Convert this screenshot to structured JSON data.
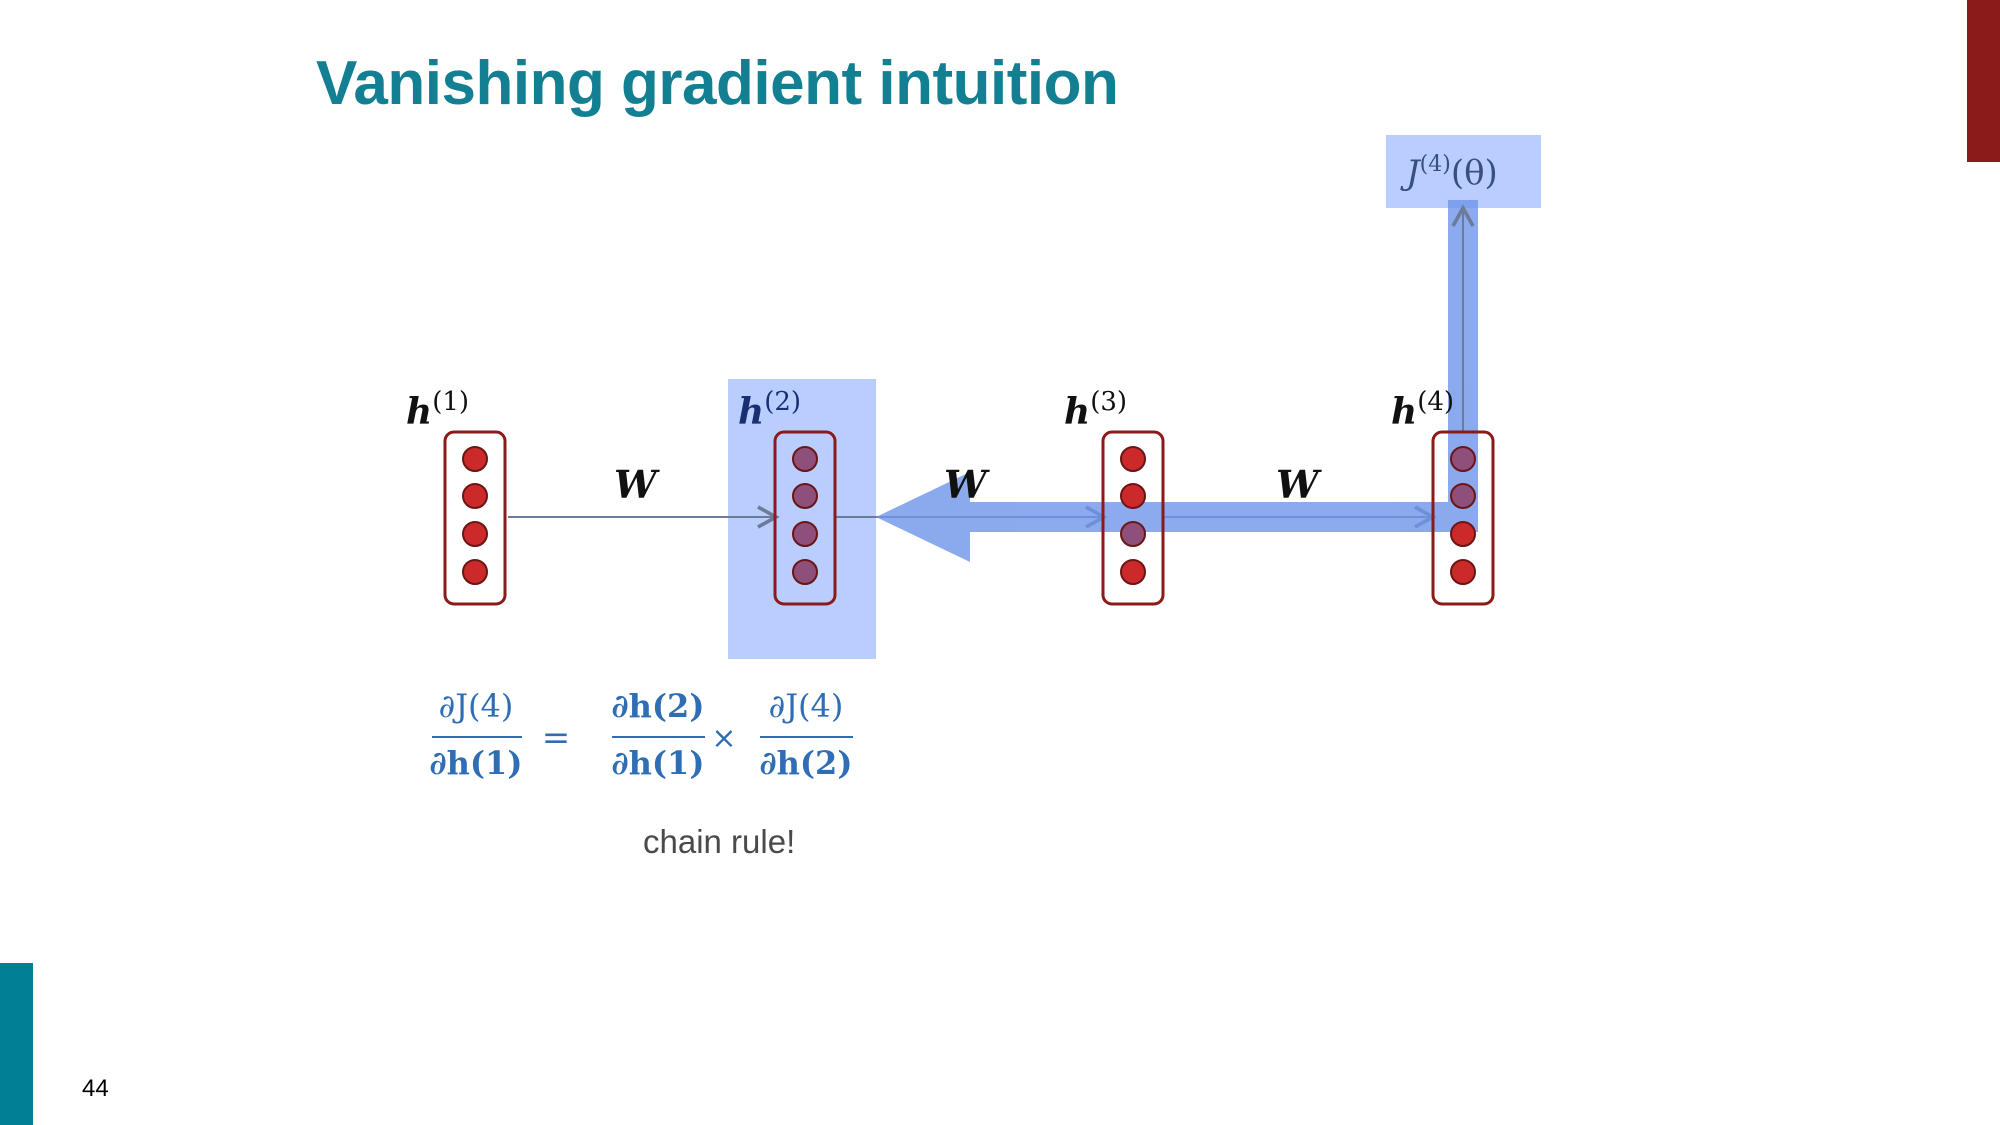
{
  "slide": {
    "title": "Vanishing gradient intuition",
    "page_number": "44",
    "note": "chain rule!"
  },
  "diagram": {
    "nodes": [
      {
        "symbol": "h",
        "superscript": "(1)"
      },
      {
        "symbol": "h",
        "superscript": "(2)"
      },
      {
        "symbol": "h",
        "superscript": "(3)"
      },
      {
        "symbol": "h",
        "superscript": "(4)"
      }
    ],
    "weights": [
      "W",
      "W",
      "W"
    ],
    "loss": {
      "symbol": "J",
      "superscript": "(4)",
      "argument": "(θ)"
    }
  },
  "equation": {
    "lhs_num": "∂J(4)",
    "lhs_den": "∂h(1)",
    "equals": "=",
    "rhs1_num": "∂h(2)",
    "rhs1_den": "∂h(1)",
    "times": "×",
    "rhs2_num": "∂J(4)",
    "rhs2_den": "∂h(2)"
  },
  "colors": {
    "title": "#137f93",
    "node_red": "#cc2a2a",
    "node_outline": "#8b1a1a",
    "highlight": "#b9ceff",
    "gradient_arrow": "#6f96ea",
    "math_blue": "#2f6db5",
    "accent_top": "#8b1a1a",
    "accent_bottom": "#017f93"
  }
}
